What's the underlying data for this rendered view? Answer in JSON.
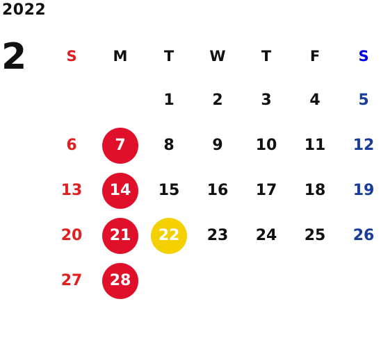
{
  "calendar": {
    "year": "2022",
    "month": "2",
    "weekdays": [
      {
        "label": "S",
        "kind": "sun"
      },
      {
        "label": "M",
        "kind": "weekday"
      },
      {
        "label": "T",
        "kind": "weekday"
      },
      {
        "label": "W",
        "kind": "weekday"
      },
      {
        "label": "T",
        "kind": "weekday"
      },
      {
        "label": "F",
        "kind": "weekday"
      },
      {
        "label": "S",
        "kind": "sat"
      }
    ],
    "weeks": [
      [
        "",
        "",
        "1",
        "2",
        "3",
        "4",
        "5"
      ],
      [
        "6",
        "7",
        "8",
        "9",
        "10",
        "11",
        "12"
      ],
      [
        "13",
        "14",
        "15",
        "16",
        "17",
        "18",
        "19"
      ],
      [
        "20",
        "21",
        "22",
        "23",
        "24",
        "25",
        "26"
      ],
      [
        "27",
        "28",
        "",
        "",
        "",
        "",
        ""
      ]
    ],
    "highlights": {
      "7": "red",
      "14": "red",
      "21": "red",
      "28": "red",
      "22": "yellow"
    }
  },
  "colors": {
    "sunday": "#e02020",
    "saturday": "#1a3c99",
    "saturday_header": "#0000ee",
    "weekday": "#111111",
    "red_circle": "#e0102a",
    "yellow_circle": "#f5d000",
    "circle_text": "#ffffff"
  }
}
